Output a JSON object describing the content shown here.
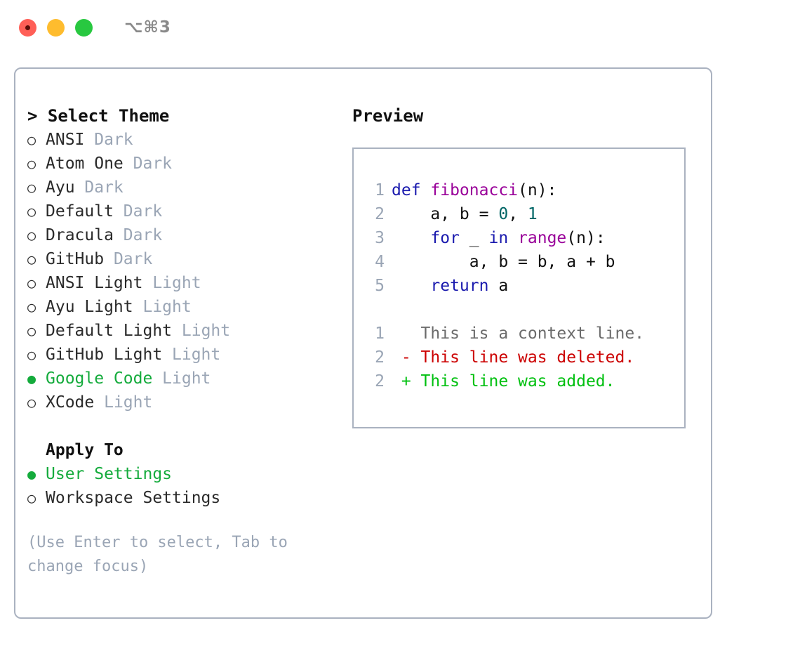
{
  "window": {
    "title": "⌥⌘3",
    "traffic_lights": [
      "close",
      "minimize",
      "maximize"
    ],
    "colors": {
      "close": "#ff5f57",
      "minimize": "#febc2e",
      "maximize": "#28c840",
      "border": "#aab2c0",
      "accent_green": "#14ab3c",
      "muted": "#9aa5b5"
    }
  },
  "theme_picker": {
    "heading_caret": ">",
    "heading": "Select Theme",
    "marker_on": "●",
    "marker_off": "○",
    "options": [
      {
        "label": "ANSI",
        "badge": "Dark",
        "selected": false
      },
      {
        "label": "Atom One",
        "badge": "Dark",
        "selected": false
      },
      {
        "label": "Ayu",
        "badge": "Dark",
        "selected": false
      },
      {
        "label": "Default",
        "badge": "Dark",
        "selected": false
      },
      {
        "label": "Dracula",
        "badge": "Dark",
        "selected": false
      },
      {
        "label": "GitHub",
        "badge": "Dark",
        "selected": false
      },
      {
        "label": "ANSI Light",
        "badge": "Light",
        "selected": false
      },
      {
        "label": "Ayu Light",
        "badge": "Light",
        "selected": false
      },
      {
        "label": "Default Light",
        "badge": "Light",
        "selected": false
      },
      {
        "label": "GitHub Light",
        "badge": "Light",
        "selected": false
      },
      {
        "label": "Google Code",
        "badge": "Light",
        "selected": true
      },
      {
        "label": "XCode",
        "badge": "Light",
        "selected": false
      }
    ]
  },
  "apply_to": {
    "title": "Apply To",
    "options": [
      {
        "label": "User Settings",
        "selected": true
      },
      {
        "label": "Workspace Settings",
        "selected": false
      }
    ]
  },
  "hint": "(Use Enter to select, Tab to change focus)",
  "preview": {
    "title": "Preview",
    "code_lines": [
      {
        "number": "1",
        "tokens": [
          {
            "text": "def ",
            "kind": "kw"
          },
          {
            "text": "fibonacci",
            "kind": "fn"
          },
          {
            "text": "(n):",
            "kind": "plain"
          }
        ]
      },
      {
        "number": "2",
        "tokens": [
          {
            "text": "    a, b = ",
            "kind": "plain"
          },
          {
            "text": "0",
            "kind": "num"
          },
          {
            "text": ", ",
            "kind": "plain"
          },
          {
            "text": "1",
            "kind": "num"
          }
        ]
      },
      {
        "number": "3",
        "tokens": [
          {
            "text": "    ",
            "kind": "plain"
          },
          {
            "text": "for",
            "kind": "kw"
          },
          {
            "text": " _ ",
            "kind": "plain"
          },
          {
            "text": "in",
            "kind": "kw"
          },
          {
            "text": " ",
            "kind": "plain"
          },
          {
            "text": "range",
            "kind": "fn"
          },
          {
            "text": "(n):",
            "kind": "plain"
          }
        ]
      },
      {
        "number": "4",
        "tokens": [
          {
            "text": "        a, b = b, a + b",
            "kind": "plain"
          }
        ]
      },
      {
        "number": "5",
        "tokens": [
          {
            "text": "    ",
            "kind": "plain"
          },
          {
            "text": "return",
            "kind": "kw"
          },
          {
            "text": " a",
            "kind": "plain"
          }
        ]
      }
    ],
    "diff_lines": [
      {
        "number": "1",
        "sign": " ",
        "text": " This is a context line.",
        "kind": "ctx"
      },
      {
        "number": "2",
        "sign": "-",
        "text": " This line was deleted.",
        "kind": "del"
      },
      {
        "number": "2",
        "sign": "+",
        "text": " This line was added.",
        "kind": "add"
      }
    ]
  }
}
